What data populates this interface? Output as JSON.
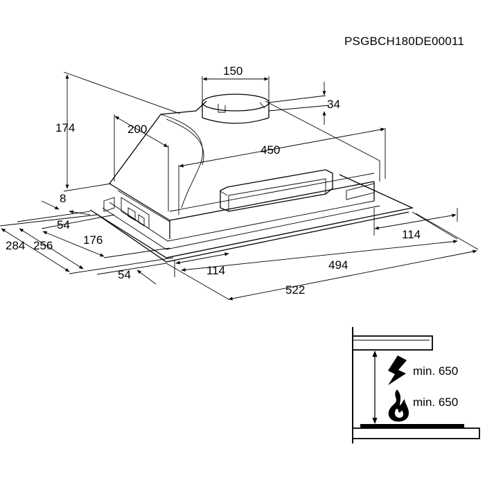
{
  "document_code": "PSGBCH180DE00011",
  "dimensions": {
    "duct_diameter": "150",
    "collar_height": "34",
    "total_height": "174",
    "depth_inner": "200",
    "width_inner": "450",
    "flange_thickness": "8",
    "left_offset_top": "54",
    "depth_total": "284",
    "depth_body": "256",
    "depth_mid": "176",
    "left_offset_bottom": "54",
    "right_margin": "114",
    "bottom_margin": "114",
    "width_body": "494",
    "width_total": "522"
  },
  "clearance": {
    "electric": "min. 650",
    "gas": "min. 650"
  },
  "icons": {
    "electric": "lightning-icon",
    "gas": "flame-icon"
  }
}
